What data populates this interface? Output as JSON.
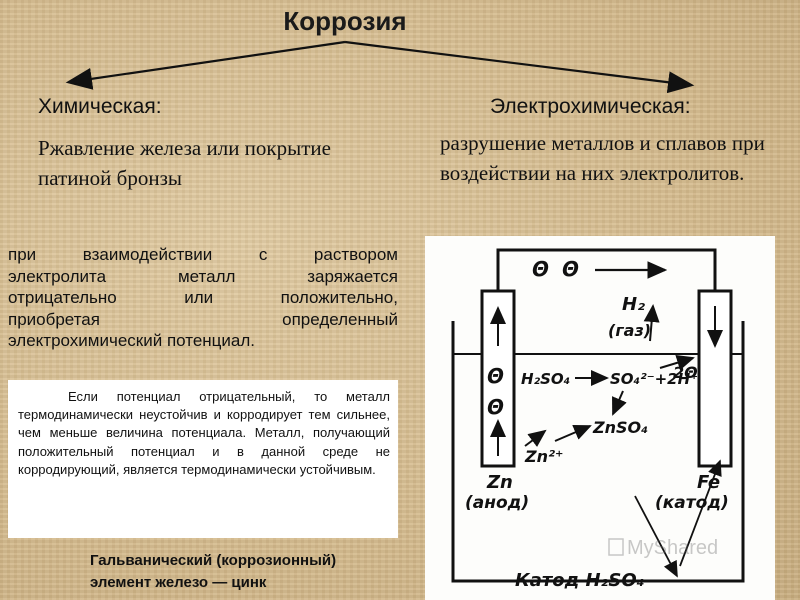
{
  "title": "Коррозия",
  "chemical": {
    "heading": "Химическая:",
    "description": "Ржавление железа или покрытие патиной бронзы"
  },
  "electrochemical": {
    "heading": "Электрохимическая:",
    "description": "разрушение металлов и сплавов при воздействии на них электролитов."
  },
  "explanation_lines": [
    "при взаимодействии с раствором",
    "электролита металл заряжается",
    "отрицательно или положительно,",
    "приобретая определенный",
    "электрохимический потенциал."
  ],
  "note": "Если потенциал отрицательный, то металл термодинамически неустойчив и корродирует тем сильнее, чем меньше величина потенциала. Металл, получающий положительный потенциал и в данной среде не корродирующий, является термодинамически устойчивым.",
  "caption": {
    "line1": "Гальванический (коррозионный)",
    "line2": "элемент железо — цинк"
  },
  "diagram": {
    "electron_top_1": "Θ",
    "electron_top_2": "Θ",
    "h2": "H₂",
    "gas": "(газ)",
    "electron_zn_1": "Θ",
    "electron_zn_2": "Θ",
    "reaction_left": "H₂SO₄",
    "reaction_right": "SO₄²⁻+2H⁺",
    "fe_charge": "2Θ",
    "zn_ion": "Zn²⁺",
    "product": "ZnSO₄",
    "zn_label": "Zn",
    "zn_role": "(анод)",
    "fe_label": "Fe",
    "fe_role": "(катод)",
    "bottom_label": "Катод H₂SO₄",
    "watermark": "MyShared"
  }
}
